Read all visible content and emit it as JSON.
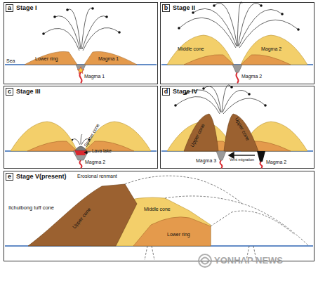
{
  "diagram": {
    "nodes": [
      {
        "text": [
          "a",
          "Stage I"
        ]
      },
      {
        "text": [
          "b",
          "Stage II"
        ]
      },
      {
        "text": [
          "c",
          "Stage III"
        ]
      },
      {
        "text": [
          "d",
          "Stage IV"
        ]
      },
      {
        "text": [
          "e",
          "Stage V(present)"
        ]
      }
    ],
    "labels": [
      "Sea",
      "Lower ring",
      "Magma 1",
      "Magma 1",
      "Middle cone",
      "Magma 2",
      "Magma 2",
      "Spatter cone",
      "Lava lake",
      "Magma 2",
      "Upper cone",
      "Upper cone",
      "Magma 3",
      "Vent migration",
      "Magma 2",
      "Erosional renmant",
      "Ilchulbong tuff cone",
      "Upper cone",
      "Middle cone",
      "Lower ring",
      "YONHAP NEWS"
    ]
  }
}
